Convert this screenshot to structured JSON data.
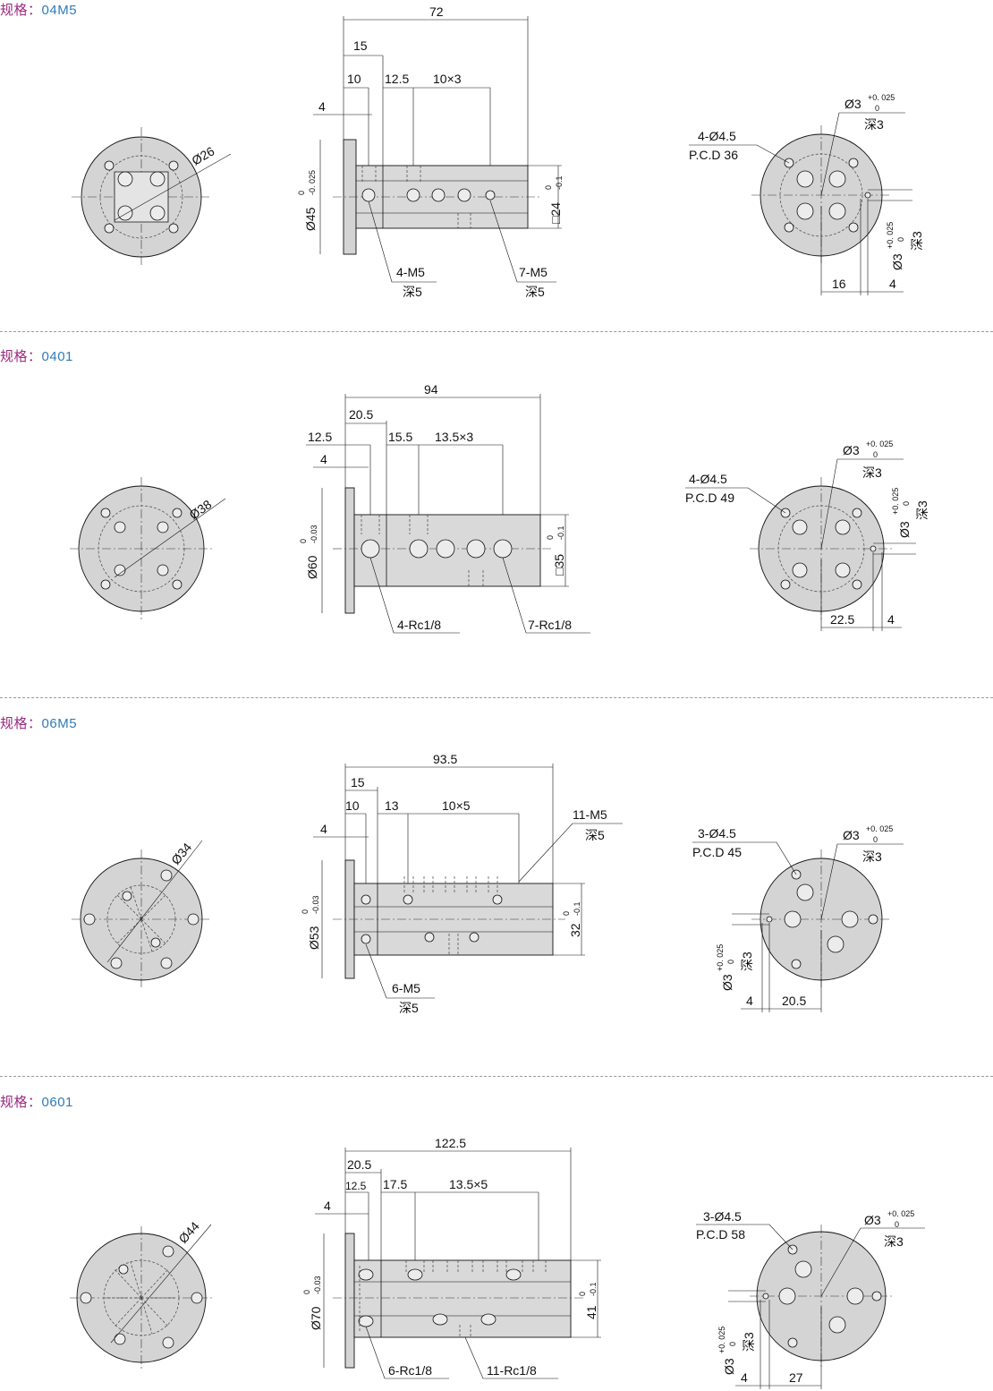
{
  "sections": [
    {
      "spec_label": "规格：",
      "spec_value": "04M5",
      "front": {
        "diameter": "Ø26"
      },
      "side": {
        "overall": "72",
        "d1": "15",
        "d2": "10",
        "d3": "12.5",
        "pitch": "10×3",
        "flange": "4",
        "flange_dia": "Ø45",
        "flange_tol_top": "0",
        "flange_tol_bot": "-0. 025",
        "square": "□24",
        "square_tol_top": "0",
        "square_tol_bot": "-0.1",
        "port_a": "4-M5",
        "port_a_depth": "深5",
        "port_b": "7-M5",
        "port_b_depth": "深5"
      },
      "rear": {
        "holes": "4-Ø4.5",
        "pcd": "P.C.D 36",
        "pin": "Ø3",
        "pin_tol_top": "+0. 025",
        "pin_tol_bot": "0",
        "pin_depth": "深3",
        "pin2": "Ø3",
        "pin2_tol_top": "+0. 025",
        "pin2_tol_bot": "0",
        "pin2_depth": "深3",
        "offset": "16",
        "edge": "4"
      }
    },
    {
      "spec_label": "规格：",
      "spec_value": "0401",
      "front": {
        "diameter": "Ø38"
      },
      "side": {
        "overall": "94",
        "d1": "20.5",
        "d2": "12.5",
        "d3": "15.5",
        "pitch": "13.5×3",
        "flange": "4",
        "flange_dia": "Ø60",
        "flange_tol_top": "0",
        "flange_tol_bot": "-0.03",
        "square": "□35",
        "square_tol_top": "0",
        "square_tol_bot": "-0.1",
        "port_a": "4-Rc1/8",
        "port_b": "7-Rc1/8"
      },
      "rear": {
        "holes": "4-Ø4.5",
        "pcd": "P.C.D 49",
        "pin": "Ø3",
        "pin_tol_top": "+0. 025",
        "pin_tol_bot": "0",
        "pin_depth": "深3",
        "pin2": "Ø3",
        "pin2_tol_top": "+0. 025",
        "pin2_tol_bot": "0",
        "pin2_depth": "深3",
        "offset": "22.5",
        "edge": "4"
      }
    },
    {
      "spec_label": "规格：",
      "spec_value": "06M5",
      "front": {
        "diameter": "Ø34"
      },
      "side": {
        "overall": "93.5",
        "d1": "15",
        "d2": "10",
        "d3": "13",
        "pitch": "10×5",
        "flange": "4",
        "flange_dia": "Ø53",
        "flange_tol_top": "0",
        "flange_tol_bot": "-0.03",
        "square": "32",
        "square_tol_top": "0",
        "square_tol_bot": "-0.1",
        "port_a": "6-M5",
        "port_a_depth": "深5",
        "port_b": "11-M5",
        "port_b_depth": "深5"
      },
      "rear": {
        "holes": "3-Ø4.5",
        "pcd": "P.C.D 45",
        "pin": "Ø3",
        "pin_tol_top": "+0. 025",
        "pin_tol_bot": "0",
        "pin_depth": "深3",
        "pin2": "Ø3",
        "pin2_tol_top": "+0. 025",
        "pin2_tol_bot": "0",
        "pin2_depth": "深3",
        "offset": "20.5",
        "edge": "4"
      }
    },
    {
      "spec_label": "规格：",
      "spec_value": "0601",
      "front": {
        "diameter": "Ø44"
      },
      "side": {
        "overall": "122.5",
        "d1": "20.5",
        "d2": "12.5",
        "d3": "17.5",
        "pitch": "13.5×5",
        "flange": "4",
        "flange_dia": "Ø70",
        "flange_tol_top": "0",
        "flange_tol_bot": "-0.03",
        "square": "41",
        "square_tol_top": "0",
        "square_tol_bot": "-0.1",
        "port_a": "6-Rc1/8",
        "port_b": "11-Rc1/8"
      },
      "rear": {
        "holes": "3-Ø4.5",
        "pcd": "P.C.D 58",
        "pin": "Ø3",
        "pin_tol_top": "+0. 025",
        "pin_tol_bot": "0",
        "pin_depth": "深3",
        "pin2": "Ø3",
        "pin2_tol_top": "+0. 025",
        "pin2_tol_bot": "0",
        "pin2_depth": "深3",
        "offset": "27",
        "edge": "4"
      }
    }
  ]
}
